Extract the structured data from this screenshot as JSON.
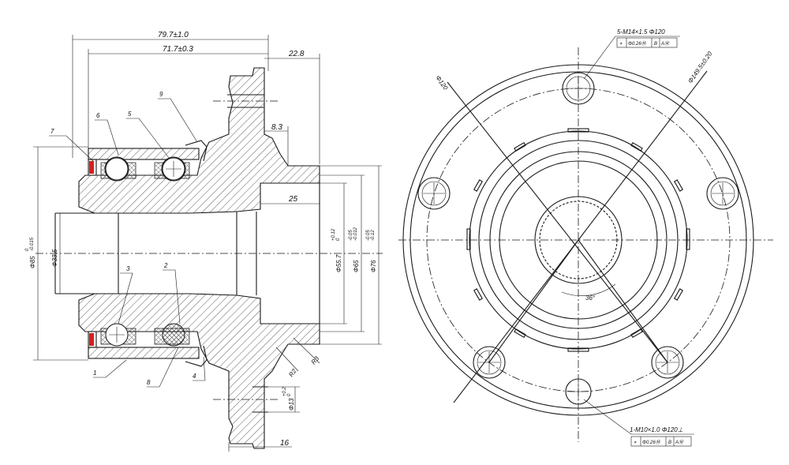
{
  "section_view": {
    "dimensions": {
      "overall_width": "79.7±1.0",
      "inner_width": "71.7±0.3",
      "flange_offset": "22.8",
      "step": "8.3",
      "bore_depth": "25",
      "bolt_seat": "16",
      "radius_a": "R2",
      "radius_b": "R3",
      "bore_dia": "Φ33.5",
      "outer_dia": "Φ85",
      "outer_dia_tol_up": "0",
      "outer_dia_tol_low": "-0.015",
      "d557": "Φ55.7",
      "d557_tol_up": "+0.12",
      "d557_tol_low": "0",
      "d65": "Φ65",
      "d65_tol_up": "-0.05",
      "d65_tol_low": "-0.012",
      "d76": "Φ76",
      "d76_tol_up": "-0.05",
      "d76_tol_low": "-0.12",
      "hole_dia": "Φ13",
      "hole_tol_up": "+0.2",
      "hole_tol_low": "0"
    },
    "callouts": [
      "1",
      "2",
      "3",
      "4",
      "5",
      "6",
      "7",
      "8",
      "9"
    ]
  },
  "front_view": {
    "bolt_note": "5-M14×1.5  Φ120",
    "bolt_frame": [
      "⌖",
      "Φ0.26Ⓜ",
      "B",
      "AⓂ"
    ],
    "screw_note": "1-M10×1.0  Φ120⊥",
    "screw_frame": [
      "⌖",
      "Φ0.26Ⓜ",
      "B",
      "AⓂ"
    ],
    "pcd_label": "Φ120",
    "pcd_label2": "Φ149.5±0.20",
    "angle": "36°"
  },
  "colors": {
    "line": "#1a1a1a",
    "seal_accent": "#d42020",
    "background": "#ffffff"
  }
}
